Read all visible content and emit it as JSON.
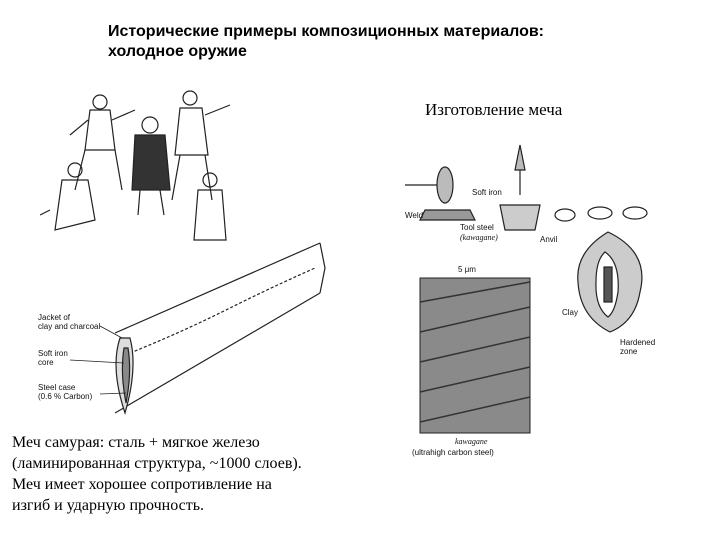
{
  "title": {
    "line1": "Исторические примеры композиционных материалов:",
    "line2": "холодное оружие"
  },
  "subtitle": "Изготовление меча",
  "labels": {
    "jacket": "Jacket of",
    "jacket2": "clay and charcoal",
    "soft_core": "Soft iron",
    "soft_core2": "core",
    "steel_case": "Steel case",
    "steel_case2": "(0.6 % Carbon)",
    "weld": "Weld",
    "soft_iron": "Soft iron",
    "tool_steel": "Tool steel",
    "kawagane": "(kawagane)",
    "anvil": "Anvil",
    "scale": "5 μm",
    "clay": "Clay",
    "hardened": "Hardened",
    "zone": "zone",
    "micro_name": "kawagane",
    "micro_desc": "(ultrahigh carbon steel)"
  },
  "caption": {
    "line1": "Меч самурая: сталь + мягкое железо",
    "line2": "(ламинированная структура, ~1000 слоев).",
    "line3": "Меч имеет хорошее сопротивление на",
    "line4": "изгиб и ударную прочность."
  }
}
